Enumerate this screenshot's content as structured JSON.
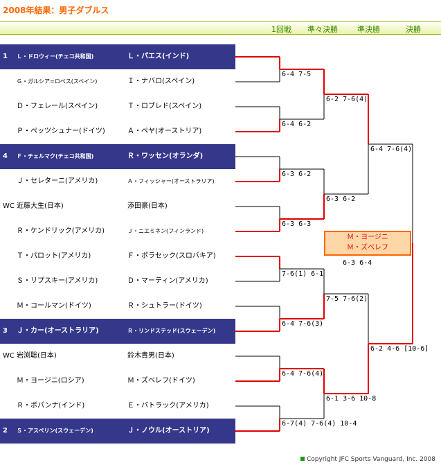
{
  "title": "2008年結果：男子ダブルス",
  "rounds": [
    "1回戦",
    "準々決勝",
    "準決勝",
    "決勝"
  ],
  "rows": [
    {
      "seed": "1",
      "p1": "Ｌ・ドロウィー(チェコ共和国)",
      "p2": "Ｌ・パエス(インド)",
      "highlight": true
    },
    {
      "seed": "",
      "p1": "Ｇ・ガルシア=ロペス(スペイン)",
      "p2": "Ｉ・ナバロ(スペイン)",
      "highlight": false
    },
    {
      "seed": "",
      "p1": "Ｄ・フェレール(スペイン)",
      "p2": "Ｔ・ロブレド(スペイン)",
      "highlight": false
    },
    {
      "seed": "",
      "p1": "Ｐ・ペッツシュナー(ドイツ)",
      "p2": "Ａ・ペヤ(オーストリア)",
      "highlight": false
    },
    {
      "seed": "4",
      "p1": "Ｆ・チェルマク(チェコ共和国)",
      "p2": "Ｒ・ワッセン(オランダ)",
      "highlight": true
    },
    {
      "seed": "",
      "p1": "Ｊ・セレターニ(アメリカ)",
      "p2": "Ａ・フィッシャー(オーストラリア)",
      "highlight": false
    },
    {
      "seed": "WC",
      "p1": "近藤大生(日本)",
      "p2": "添田豪(日本)",
      "highlight": false
    },
    {
      "seed": "",
      "p1": "Ｒ・ケンドリック(アメリカ)",
      "p2": "Ｊ・ニエミネン(フィンランド)",
      "highlight": false
    },
    {
      "seed": "",
      "p1": "Ｔ・パロット(アメリカ)",
      "p2": "Ｆ・ポラセック(スロバキア)",
      "highlight": false
    },
    {
      "seed": "",
      "p1": "Ｓ・リプスキー(アメリカ)",
      "p2": "Ｄ・マーティン(アメリカ)",
      "highlight": false
    },
    {
      "seed": "",
      "p1": "Ｍ・コールマン(ドイツ)",
      "p2": "Ｒ・シュトラー(ドイツ)",
      "highlight": false
    },
    {
      "seed": "3",
      "p1": "Ｊ・カー(オーストラリア)",
      "p2": "Ｒ・リンドステッド(スウェーデン)",
      "highlight": true
    },
    {
      "seed": "WC",
      "p1": "岩渕聡(日本)",
      "p2": "鈴木貴男(日本)",
      "highlight": false
    },
    {
      "seed": "",
      "p1": "Ｍ・ヨージニ(ロシア)",
      "p2": "Ｍ・ズベレフ(ドイツ)",
      "highlight": false
    },
    {
      "seed": "",
      "p1": "Ｒ・ボパンナ(インド)",
      "p2": "Ｅ・バトラック(アメリカ)",
      "highlight": false
    },
    {
      "seed": "2",
      "p1": "Ｓ・アスペリン(スウェーデン)",
      "p2": "Ｊ・ノウル(オーストリア)",
      "highlight": true
    }
  ],
  "scores": {
    "r1": [
      "6-4 7-5",
      "6-4 6-2",
      "6-3 6-2",
      "6-3 6-3",
      "7-6(1) 6-1",
      "6-4 7-6(3)",
      "6-4 7-6(4)",
      "6-7(4) 7-6(4) 10-4"
    ],
    "qf": [
      "6-2 7-6(4)",
      "6-3 6-2",
      "7-5 7-6(2)",
      "6-1 3-6 10-8"
    ],
    "sf": [
      "6-4 7-6(4)",
      "6-2 4-6 [10-6]"
    ],
    "final": "6-3 6-4"
  },
  "champion": [
    "Ｍ・ヨージニ",
    "Ｍ・ズベレフ"
  ],
  "footer": "Copyright JFC Sports Vanguard, Inc. 2008",
  "colors": {
    "accent": "#ff6600",
    "seed_bg": "#34378a",
    "win_line": "#e00000",
    "champ_bg": "#fdd7a8"
  }
}
